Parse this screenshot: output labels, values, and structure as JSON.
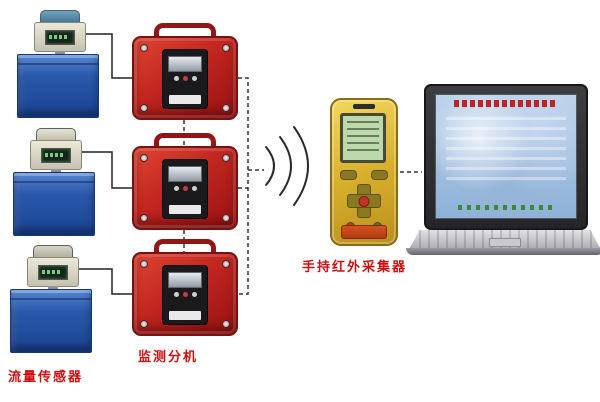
{
  "labels": {
    "flow_sensor": "流量传感器",
    "monitor_unit": "监测分机",
    "handheld_collector": "手持红外采集器"
  },
  "palette": {
    "label_red": "#cc1111",
    "case_red": "#c22620",
    "sensor_tank_blue": "#2a58aa",
    "handheld_yellow": "#d6ad2a",
    "handheld_lcd_green": "#bdd9ab",
    "laptop_screen_blue": "#a9c7e6"
  },
  "connections": {
    "sensor_to_case": "solid",
    "case_to_case": "dashed",
    "case_to_handheld": "wireless",
    "handheld_to_laptop": "dashed"
  }
}
